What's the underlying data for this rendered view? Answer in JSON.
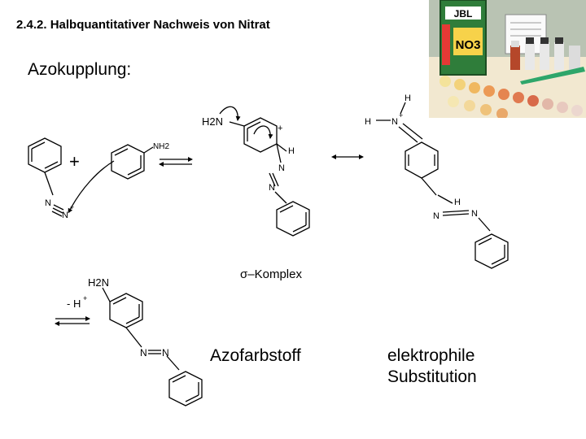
{
  "slide": {
    "title": "2.4.2. Halbquantitativer Nachweis von Nitrat",
    "subtitle": "Azokupplung:",
    "caption_product": "Azofarbstoff",
    "caption_mechanism_line1": "elektrophile",
    "caption_mechanism_line2": "Substitution"
  },
  "labels": {
    "plus": "+",
    "nh2": "NH2",
    "h2n": "H2N",
    "n": "N",
    "h": "H",
    "charge_plus": "+",
    "minus_h": "- H",
    "sigma_complex": "σ–Komplex"
  },
  "photo": {
    "brand": "JBL",
    "product": "NO3",
    "box_color": "#2f7d3a",
    "accent": "#e53935"
  }
}
